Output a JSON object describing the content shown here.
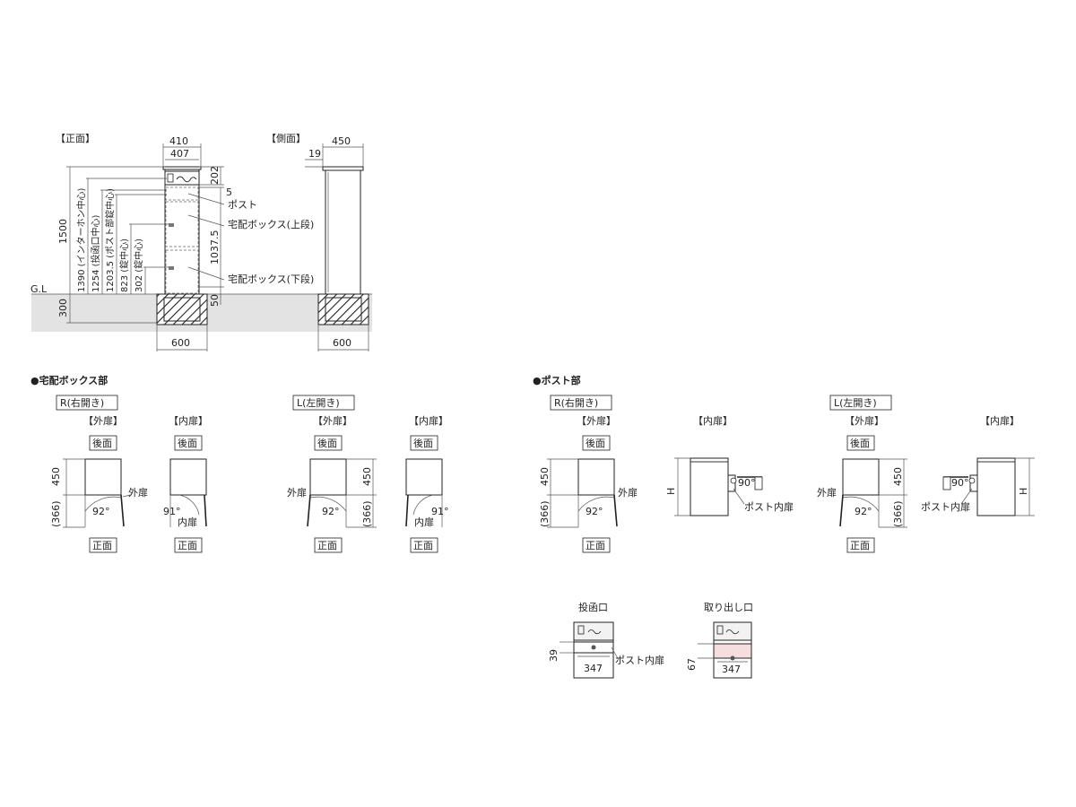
{
  "main_view": {
    "front_title": "【正面】",
    "side_title": "【側面】",
    "gl": "G.L",
    "dim_410": "410",
    "dim_407": "407",
    "dim_450_side": "450",
    "dim_19": "19",
    "dim_202": "202",
    "dim_5": "5",
    "dim_1037": "1037.5",
    "dim_50": "50",
    "dim_1500": "1500",
    "dim_300": "300",
    "dim_600_front": "600",
    "dim_600_side": "600",
    "v1": "1390 (インターホン中心)",
    "v2": "1254 (投函口中心)",
    "v3": "1203.5 (ポスト部錠中心)",
    "v4": "823 (錠中心)",
    "v5": "302 (錠中心)",
    "call_post": "ポスト",
    "call_upper": "宅配ボックス(上段)",
    "call_lower": "宅配ボックス(下段)"
  },
  "delivery_section": {
    "title": "●宅配ボックス部",
    "r_label": "R(右開き)",
    "l_label": "L(左開き)",
    "outer": "【外扉】",
    "inner": "【内扉】",
    "back": "後面",
    "front": "正面",
    "d450": "450",
    "d366": "(366)",
    "a92": "92°",
    "a91": "91°",
    "outer_door": "外扉",
    "inner_door": "内扉"
  },
  "post_section": {
    "title": "●ポスト部",
    "r_label": "R(右開き)",
    "l_label": "L(左開き)",
    "outer": "【外扉】",
    "inner": "【内扉】",
    "back": "後面",
    "front": "正面",
    "d450": "450",
    "d366": "(366)",
    "a92": "92°",
    "a90": "90°",
    "h": "H",
    "outer_door": "外扉",
    "post_inner_door": "ポスト内扉"
  },
  "slots": {
    "insert_title": "投函口",
    "takeout_title": "取り出し口",
    "d39": "39",
    "d67": "67",
    "d347a": "347",
    "d347b": "347",
    "post_inner_door": "ポスト内扉"
  }
}
